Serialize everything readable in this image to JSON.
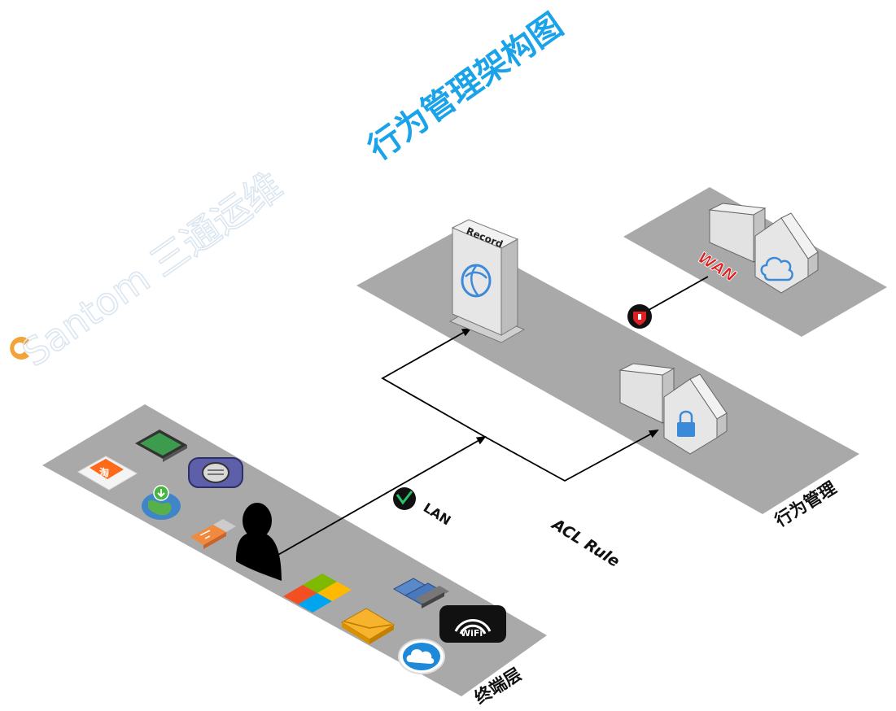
{
  "title": "行为管理架构图",
  "watermark": "Santom 三通运维",
  "labels": {
    "record": "Record",
    "wan": "WAN",
    "lan": "LAN",
    "acl": "ACL Rule",
    "behavior_layer": "行为管理",
    "terminal_layer": "终端层",
    "taobao": "淘",
    "wifi": "WiFi"
  },
  "colors": {
    "title": "#1aa3e8",
    "plane": "#a9a9a9",
    "device_face": "#e6e6e6",
    "device_side": "#c9c9c9",
    "accent_blue": "#3b8ad9",
    "wan_red": "#e02020",
    "watermark": "#dbe6f0",
    "logo_orange": "#f2a33a"
  },
  "icons": [
    "green-board-icon",
    "taobao-icon",
    "speaker-app-icon",
    "globe-download-icon",
    "usb-drive-icon",
    "user-icon",
    "windows-icon",
    "network-computers-icon",
    "mail-icon",
    "wifi-icon",
    "cloud-app-icon",
    "record-server-icon",
    "firewall-icon",
    "cloud-gateway-icon",
    "lock-gateway-icon",
    "lan-check-icon"
  ]
}
